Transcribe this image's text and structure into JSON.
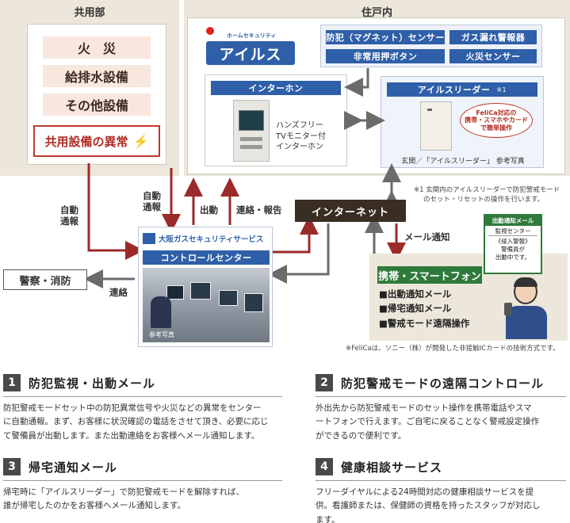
{
  "regions": {
    "common_title": "共用部",
    "residence_title": "住戸内"
  },
  "common": {
    "items": [
      "火　災",
      "給排水設備",
      "その他設備"
    ],
    "anomaly": "共用設備の異常"
  },
  "logo": {
    "tagline": "ホームセキュリティ",
    "name": "アイルス"
  },
  "sensors": {
    "crime": "防犯（マグネット）センサー",
    "gas": "ガス漏れ警報器",
    "emergency": "非常用押ボタン",
    "fire": "火災センサー"
  },
  "intercom": {
    "title": "インターホン",
    "desc": [
      "ハンズフリー",
      "TVモニター付",
      "インターホン"
    ]
  },
  "reader": {
    "title": "アイルスリーダー",
    "footnote_mark": "※1",
    "bubble": [
      "FeliCa対応の",
      "携帯・スマホやカード",
      "で簡単操作"
    ],
    "caption": "玄関／「アイルスリーダー」 参考写真"
  },
  "notes": {
    "note1": [
      "※1 玄関内のアイルスリーダーで防犯警戒モード",
      "のセット・リセットの操作を行います。"
    ],
    "felica": "※FeliCaは、ソニー（株）が開発した非接触ICカードの技術方式です。"
  },
  "arrows": {
    "auto_report_left": [
      "自動",
      "通報"
    ],
    "auto_report_center": [
      "自動",
      "通報"
    ],
    "dispatch": "出動",
    "contact_report": "連絡・報告",
    "mail_notice": "メール通知",
    "contact": "連絡"
  },
  "internet": "インターネット",
  "center": {
    "company": "大阪ガスセキュリティサービス",
    "title": "コントロールセンター",
    "photo_caption": "参考写真"
  },
  "police": "警察・消防",
  "phone": {
    "title": "携帯・スマートフォン",
    "items": [
      "■出動通知メール",
      "■帰宅通知メール",
      "■警戒モード遠隔操作"
    ],
    "mail_header": "出動通知メール",
    "mail_lines": [
      "監視センター",
      "《侵入警報》",
      "警備員が",
      "出動中です。"
    ]
  },
  "sections": [
    {
      "num": "1",
      "title": "防犯監視・出動メール",
      "body": [
        "防犯警戒モードセット中の防犯異常信号や火災などの異常をセンター",
        "に自動通報。まず、お客様に状況確認の電話をさせて頂き、必要に応じ",
        "て警備員が出動します。また出動連絡をお客様へメール通知します。"
      ]
    },
    {
      "num": "2",
      "title": "防犯警戒モードの遠隔コントロール",
      "body": [
        "外出先から防犯警戒モードのセット操作を携帯電話やスマ",
        "ートフォンで行えます。ご自宅に戻ることなく警戒設定操作",
        "ができるので便利です。"
      ]
    },
    {
      "num": "3",
      "title": "帰宅通知メール",
      "body": [
        "帰宅時に「アイルスリーダー」で防犯警戒モードを解除すれば、",
        "誰が帰宅したのかをお客様へメール通知します。"
      ]
    },
    {
      "num": "4",
      "title": "健康相談サービス",
      "body": [
        "フリーダイヤルによる24時間対応の健康相談サービスを提",
        "供。看護師または、保健師の資格を持ったスタッフが対応し",
        "ます。"
      ]
    }
  ],
  "colors": {
    "arrow_red": "#9b2a2a",
    "arrow_gray": "#6b6b6b",
    "blue": "#2f5fa8",
    "green": "#2f7a3a"
  }
}
